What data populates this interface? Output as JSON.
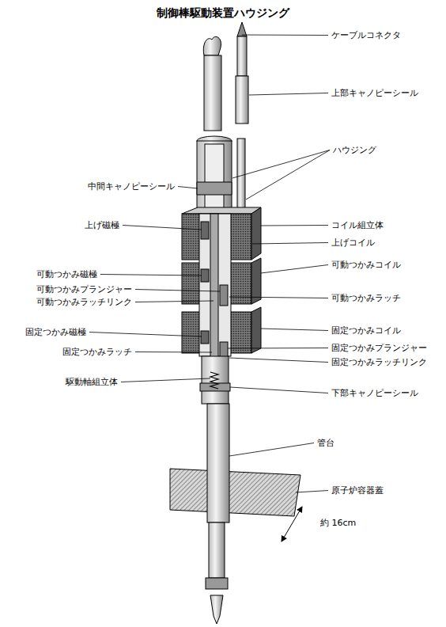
{
  "diagram": {
    "title": "制御棒駆動装置ハウジング",
    "labels": [
      "ケーブルコネクタ",
      "上部キャノピーシール",
      "ハウジング",
      "中間キャノピーシール",
      "上げ磁極",
      "コイル組立体",
      "上げコイル",
      "可動つかみコイル",
      "可動つかみ磁極",
      "可動つかみプランジャー",
      "可動つかみラッチリンク",
      "可動つかみラッチ",
      "固定つかみ磁極",
      "固定つかみコイル",
      "固定つかみラッチ",
      "固定つかみプランジャー",
      "固定つかみラッチリンク",
      "駆動軸組立体",
      "下部キャノピーシール",
      "管台",
      "原子炉容器蓋",
      "約 16cm"
    ]
  }
}
